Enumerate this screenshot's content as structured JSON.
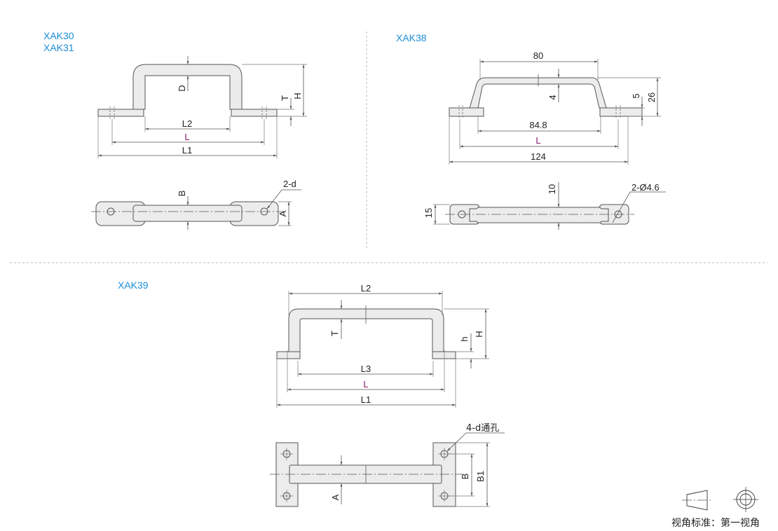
{
  "colors": {
    "title": "#1d8ed6",
    "L_label": "#8b1a6b",
    "part_fill": "#ececec",
    "line": "#555555"
  },
  "xak30": {
    "titles": [
      "XAK30",
      "XAK31"
    ],
    "front": {
      "L2": "L2",
      "L": "L",
      "L1": "L1",
      "D": "D",
      "T": "T",
      "H": "H"
    },
    "top": {
      "B": "B",
      "A": "A",
      "holes": "2-d"
    }
  },
  "xak38": {
    "title": "XAK38",
    "front": {
      "top_len": "80",
      "thick": "4",
      "inner": "84.8",
      "L": "L",
      "overall": "124",
      "plate": "5",
      "height": "26"
    },
    "top": {
      "width": "10",
      "plate_w": "15",
      "holes": "2-Ø4.6"
    }
  },
  "xak39": {
    "title": "XAK39",
    "front": {
      "L2": "L2",
      "T": "T",
      "h": "h",
      "H": "H",
      "L3": "L3",
      "L": "L",
      "L1": "L1"
    },
    "top": {
      "holes": "4-d通孔",
      "A": "A",
      "B": "B",
      "B1": "B1"
    }
  },
  "projection": {
    "label": "视角标准：第一视角"
  }
}
